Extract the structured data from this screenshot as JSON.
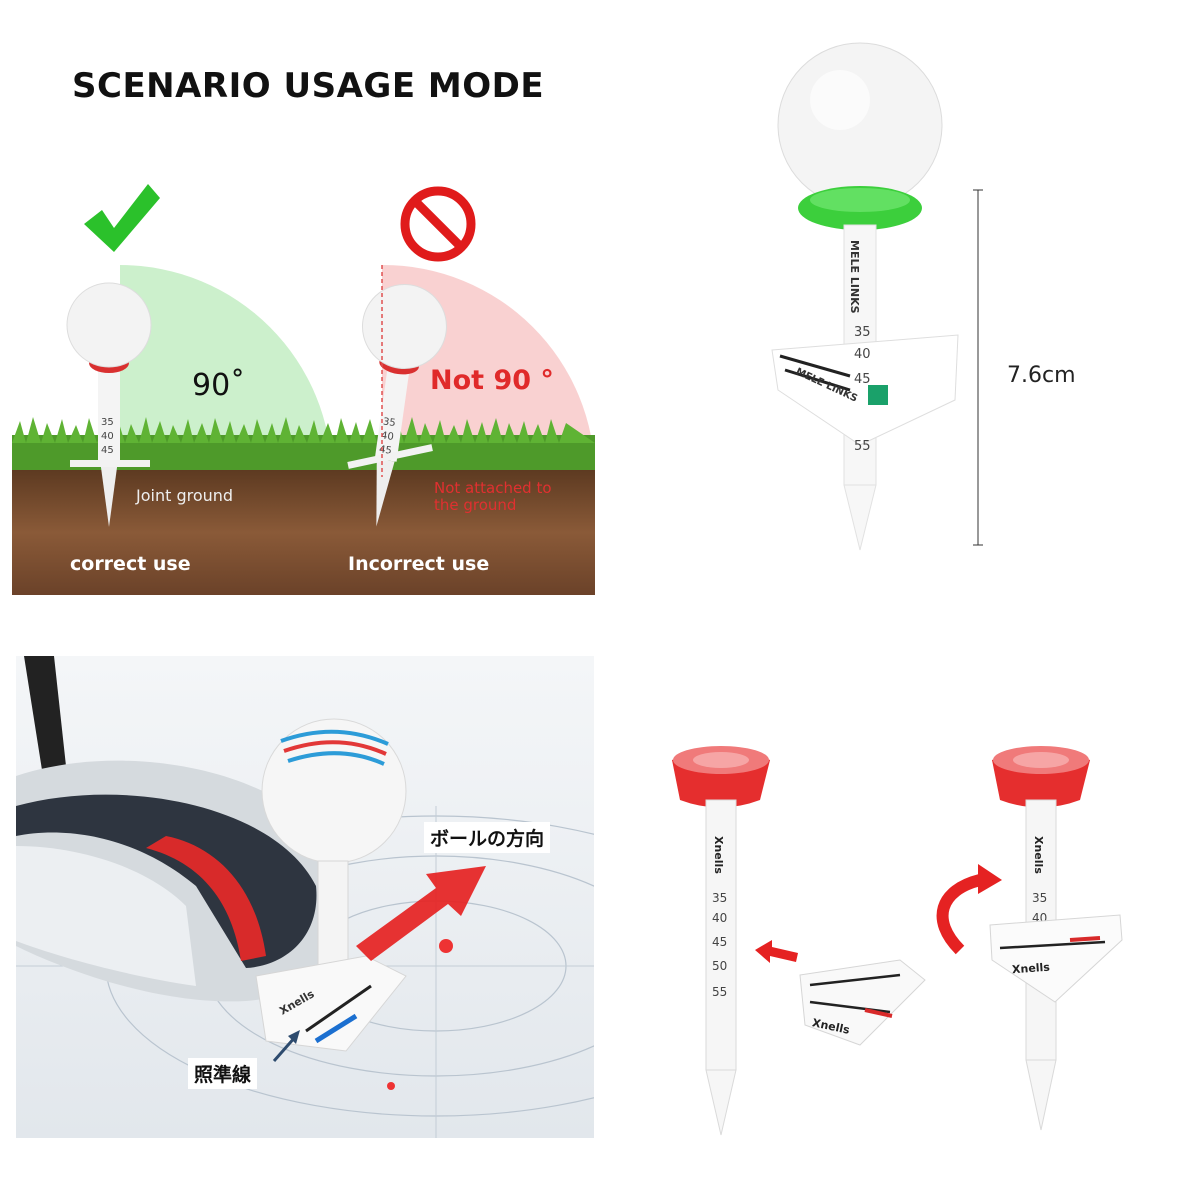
{
  "title": "SCENARIO USAGE MODE",
  "correct": {
    "angle": "90˚",
    "ground_label": "Joint ground",
    "caption": "correct use"
  },
  "incorrect": {
    "angle": "Not 90 °",
    "ground_label_line1": "Not attached to",
    "ground_label_line2": "the ground",
    "caption": "Incorrect use"
  },
  "tee": {
    "brand": "MELE LINKS",
    "scale": [
      "35",
      "40",
      "45",
      "55"
    ],
    "height": "7.6cm"
  },
  "driver": {
    "direction_label": "ボールの方向",
    "aim_label": "照準線",
    "brand": "Xnells"
  },
  "assembly": {
    "brand": "Xnells",
    "scale": [
      "35",
      "40",
      "45",
      "50",
      "55"
    ]
  },
  "colors": {
    "check_green": "#2bc12b",
    "prohibit_red": "#e01b1b",
    "tee_red": "#e52e2e",
    "tee_green": "#3ccf3c",
    "arrow_red": "#e52222"
  }
}
